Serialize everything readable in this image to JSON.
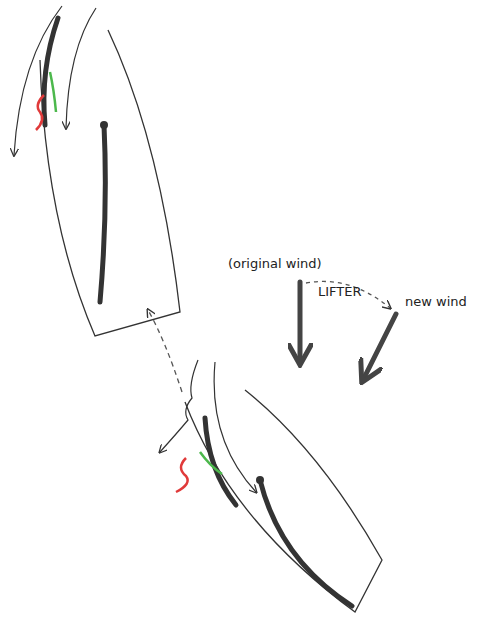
{
  "diagram": {
    "labels": [
      "(original wind)",
      "LIFTER",
      "new wind"
    ]
  }
}
